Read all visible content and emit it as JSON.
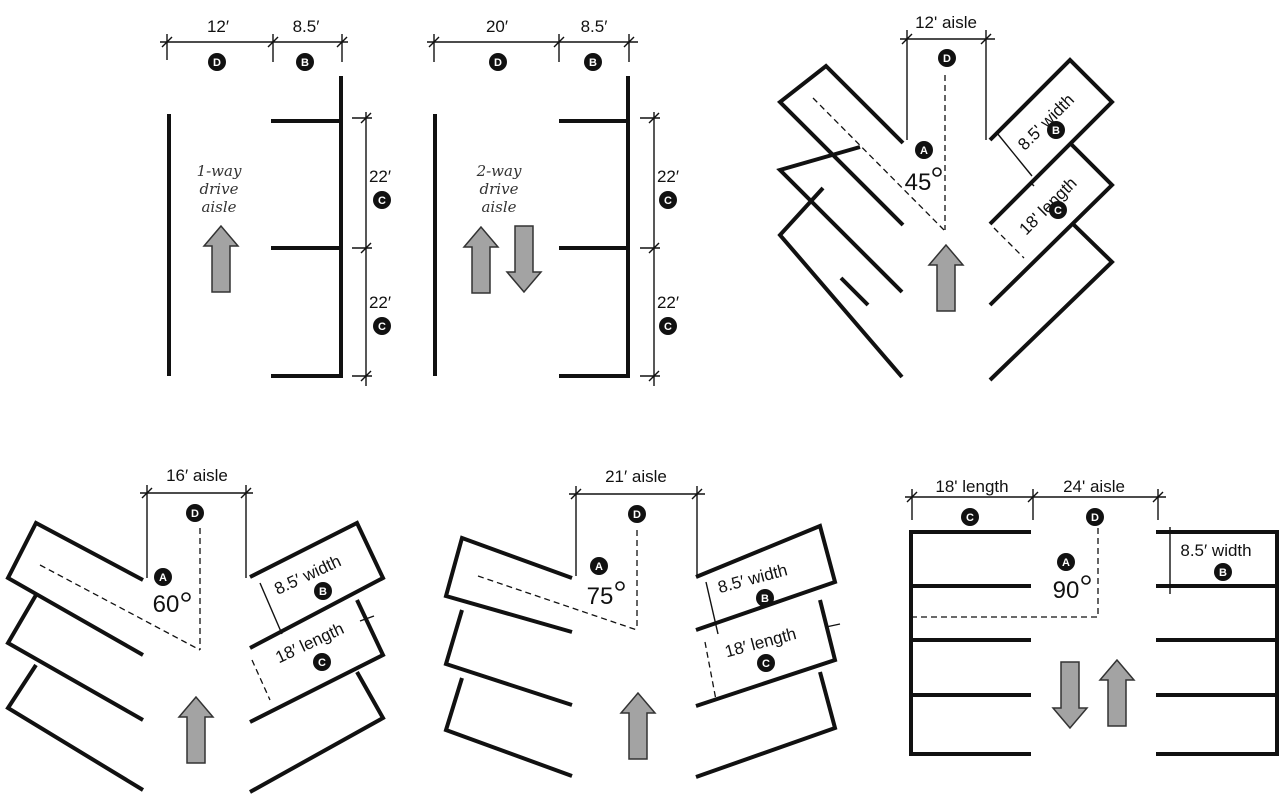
{
  "colors": {
    "line": "#111111",
    "arrow_fill": "#a3a3a3",
    "arrow_stroke": "#333333",
    "badge": "#111111"
  },
  "icons": {
    "arrow_up": "arrow-up-icon",
    "arrow_down": "arrow-down-icon",
    "badge": "letter-badge"
  },
  "panels": {
    "p1": {
      "aisle_dim": "12′",
      "stall_dim": "8.5′",
      "len1": "22′",
      "len2": "22′",
      "note1": "1-way",
      "note2": "drive",
      "note3": "aisle"
    },
    "p2": {
      "aisle_dim": "20′",
      "stall_dim": "8.5′",
      "len1": "22′",
      "len2": "22′",
      "note1": "2-way",
      "note2": "drive",
      "note3": "aisle"
    },
    "p3": {
      "aisle": "12' aisle",
      "width": "8.5' width",
      "length": "18' length",
      "angle": "45"
    },
    "p4": {
      "aisle": "16′ aisle",
      "width": "8.5′ width",
      "length": "18′ length",
      "angle": "60"
    },
    "p5": {
      "aisle": "21′ aisle",
      "width": "8.5′ width",
      "length": "18′ length",
      "angle": "75"
    },
    "p6": {
      "length": "18' length",
      "aisle": "24' aisle",
      "width": "8.5′ width",
      "angle": "90"
    }
  },
  "badges": {
    "A": "A",
    "B": "B",
    "C": "C",
    "D": "D"
  }
}
